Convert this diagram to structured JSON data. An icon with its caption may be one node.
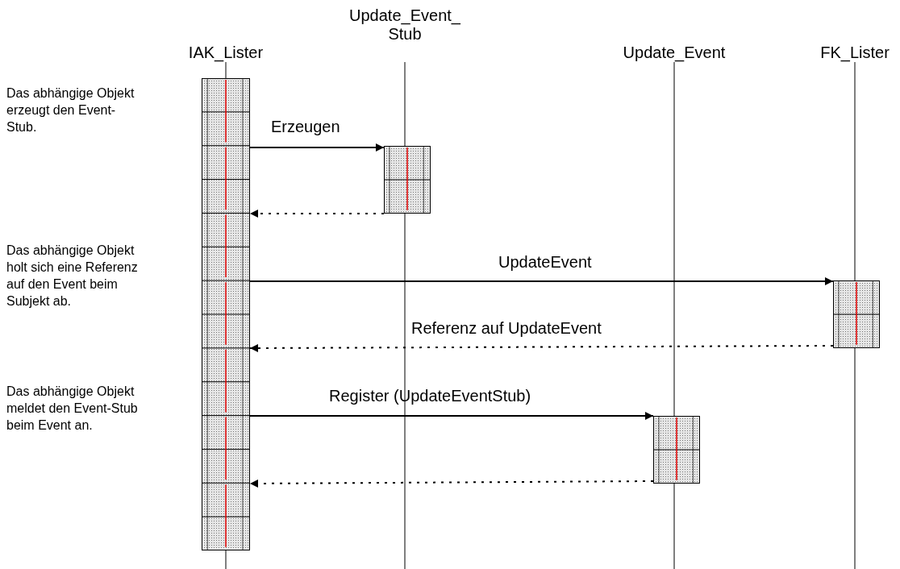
{
  "diagram": {
    "nodes": [
      {
        "text": [
          "IAK_Lister"
        ]
      },
      {
        "text": [
          "Update_Event_ Stub"
        ]
      },
      {
        "text": [
          "Update_Event"
        ]
      },
      {
        "text": [
          "FK_Lister"
        ]
      },
      {
        "text": [],
        "shape": "bar"
      },
      {
        "text": [],
        "shape": "bar"
      },
      {
        "text": [],
        "shape": "bar"
      },
      {
        "text": [],
        "shape": "bar"
      }
    ],
    "edges": [
      {
        "from": 4,
        "to": 5,
        "arrow": "to",
        "label": "Erzeugen"
      },
      {
        "from": 5,
        "to": 4,
        "arrow": "to",
        "style": "dashed"
      },
      {
        "from": 4,
        "to": 7,
        "arrow": "to",
        "label": "UpdateEvent"
      },
      {
        "from": 7,
        "to": 4,
        "arrow": "to",
        "style": "dashed",
        "label": "Referenz auf UpdateEvent"
      },
      {
        "from": 4,
        "to": 6,
        "arrow": "to",
        "label": "Register (UpdateEventStub)"
      },
      {
        "from": 6,
        "to": 4,
        "arrow": "to",
        "style": "dashed"
      },
      {
        "from": 0,
        "to": 4,
        "arrow": "none"
      },
      {
        "from": 1,
        "to": 5,
        "arrow": "none"
      },
      {
        "from": 2,
        "to": 6,
        "arrow": "none"
      },
      {
        "from": 3,
        "to": 7,
        "arrow": "none"
      }
    ],
    "labels": [
      "Das abhängige Objekt erzeugt den Event-Stub.",
      "Das abhängige Objekt holt sich eine Referenz auf den Event beim Subjekt ab.",
      "Das abhängige Objekt meldet den Event-Stub beim Event an."
    ]
  }
}
